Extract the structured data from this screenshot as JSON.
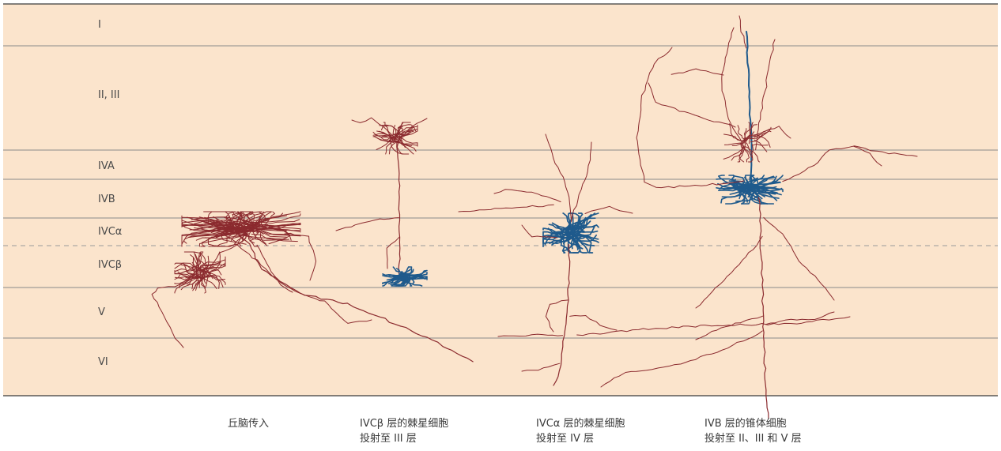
{
  "layers": [
    {
      "id": "I",
      "label": "I"
    },
    {
      "id": "II-III",
      "label": "II, III"
    },
    {
      "id": "IVA",
      "label": "IVA"
    },
    {
      "id": "IVB",
      "label": "IVB"
    },
    {
      "id": "IVCa",
      "label": "IVCα"
    },
    {
      "id": "IVCb",
      "label": "IVCβ"
    },
    {
      "id": "V",
      "label": "V"
    },
    {
      "id": "VI",
      "label": "VI"
    }
  ],
  "captions": [
    {
      "line1": "丘脑传入",
      "line2": ""
    },
    {
      "line1": "IVCβ 层的棘星细胞",
      "line2": "投射至 III 层"
    },
    {
      "line1": "IVCα 层的棘星细胞",
      "line2": "投射至 IV 层"
    },
    {
      "line1": "IVB 层的锥体细胞",
      "line2": "投射至 II、III 和 V 层"
    }
  ],
  "colors": {
    "background": "#fbe4cc",
    "layer_line": "#8a8a8a",
    "axon": "#8b2a2e",
    "dendrite": "#1f5a8c"
  }
}
